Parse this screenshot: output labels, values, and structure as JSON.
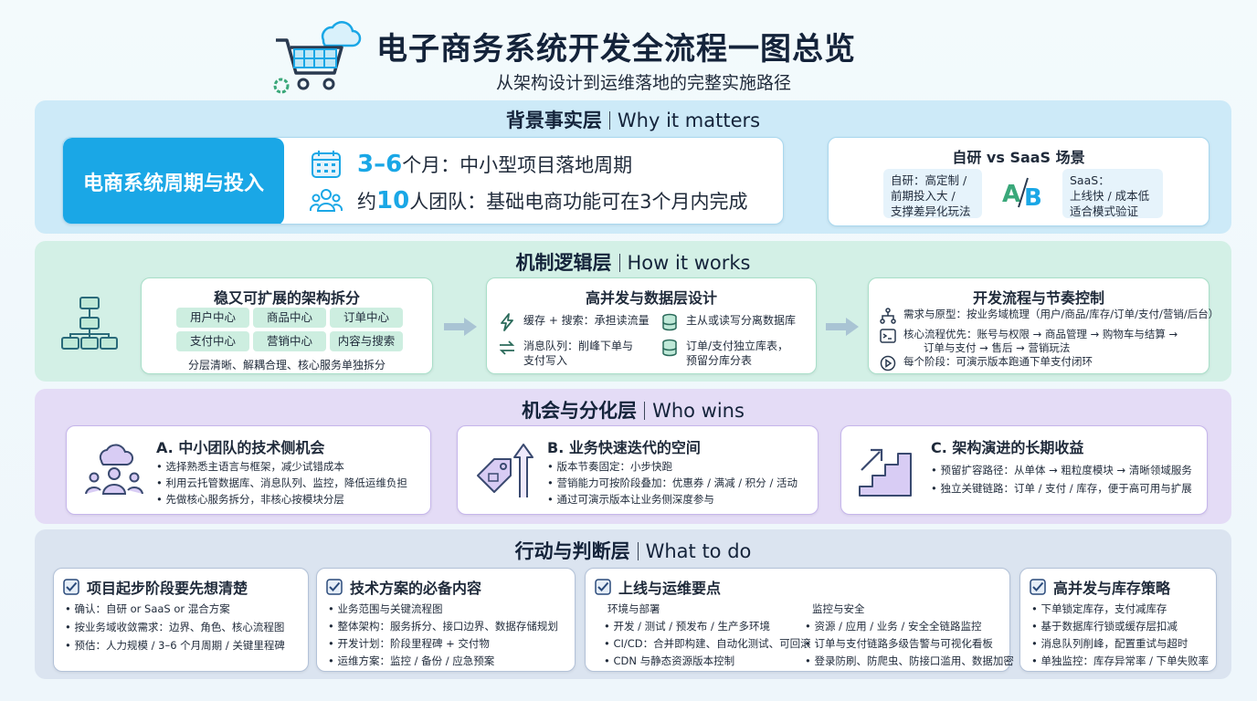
{
  "header": {
    "title": "电子商务系统开发全流程一图总览",
    "subtitle": "从架构设计到运维落地的完整实施路径"
  },
  "layer1": {
    "title_cn": "背景事实层",
    "title_en": "Why it matters",
    "cycle": {
      "tag": "电商系统周期与投入",
      "row1_hl": "3–6",
      "row1_text": " 个月：中小型项目落地周期",
      "row2_pre": "约",
      "row2_hl": "10",
      "row2_text": "人团队：基础电商功能可在3个月内完成"
    },
    "saas": {
      "title": "自研 vs SaaS 场景",
      "a_lines": [
        "自研：高定制 /",
        "前期投入大 /",
        "支撑差异化玩法"
      ],
      "b_lines": [
        "SaaS：",
        "上线快 / 成本低",
        "适合模式验证"
      ]
    }
  },
  "layer2": {
    "title_cn": "机制逻辑层",
    "title_en": "How it works",
    "arch": {
      "title": "稳又可扩展的架构拆分",
      "chips": [
        "用户中心",
        "商品中心",
        "订单中心",
        "支付中心",
        "营销中心",
        "内容与搜索"
      ],
      "foot": "分层清晰、解耦合理、核心服务单独拆分"
    },
    "hc": {
      "title": "高并发与数据层设计",
      "items": [
        [
          "缓存 + 搜索：承担读流量"
        ],
        [
          "主从或读写分离数据库"
        ],
        [
          "消息队列：削峰下单与",
          "支付写入"
        ],
        [
          "订单/支付独立库表，",
          "预留分库分表"
        ]
      ]
    },
    "dev": {
      "title": "开发流程与节奏控制",
      "items": [
        [
          "需求与原型：按业务域梳理（用户/商品/库存/订单/支付/营销/后台）"
        ],
        [
          "核心流程优先：账号与权限 → 商品管理 → 购物车与结算 →",
          "订单与支付 → 售后 → 营销玩法"
        ],
        [
          "每个阶段：可演示版本跑通下单支付闭环"
        ]
      ]
    }
  },
  "layer3": {
    "title_cn": "机会与分化层",
    "title_en": "Who wins",
    "cards": [
      {
        "title": "A. 中小团队的技术侧机会",
        "items": [
          "• 选择熟悉主语言与框架，减少试错成本",
          "• 利用云托管数据库、消息队列、监控，降低运维负担",
          "• 先做核心服务拆分，非核心按模块分层"
        ]
      },
      {
        "title": "B. 业务快速迭代的空间",
        "items": [
          "• 版本节奏固定：小步快跑",
          "• 营销能力可按阶段叠加：优惠券 / 满减 / 积分 / 活动",
          "• 通过可演示版本让业务侧深度参与"
        ]
      },
      {
        "title": "C. 架构演进的长期收益",
        "items": [
          "• 预留扩容路径：从单体 → 粗粒度模块 → 清晰领域服务",
          "• 独立关键链路：订单 / 支付 / 库存，便于高可用与扩展"
        ]
      }
    ]
  },
  "layer4": {
    "title_cn": "行动与判断层",
    "title_en": "What to do",
    "cards": [
      {
        "title": "项目起步阶段要先想清楚",
        "items": [
          "• 确认：自研 or SaaS or 混合方案",
          "• 按业务域收敛需求：边界、角色、核心流程图",
          "• 预估：人力规模 / 3–6 个月周期 / 关键里程碑"
        ]
      },
      {
        "title": "技术方案的必备内容",
        "items": [
          "• 业务范围与关键流程图",
          "• 整体架构：服务拆分、接口边界、数据存储规划",
          "• 开发计划：阶段里程碑 + 交付物",
          "• 运维方案：监控 / 备份 / 应急预案"
        ]
      },
      {
        "title": "上线与运维要点",
        "left_head": "环境与部署",
        "left_items": [
          "• 开发 / 测试 / 预发布 / 生产多环境",
          "• CI/CD：合并即构建、自动化测试、可回滚",
          "• CDN 与静态资源版本控制"
        ],
        "right_head": "监控与安全",
        "right_items": [
          "• 资源 / 应用 / 业务 / 安全全链路监控",
          "• 订单与支付链路多级告警与可视化看板",
          "• 登录防刷、防爬虫、防接口滥用、数据加密"
        ]
      },
      {
        "title": "高并发与库存策略",
        "items": [
          "• 下单锁定库存，支付减库存",
          "• 基于数据库行锁或缓存层扣减",
          "• 消息队列削峰，配置重试与超时",
          "• 单独监控：库存异常率 / 下单失败率"
        ]
      }
    ]
  },
  "colors": {
    "accent_blue": "#1aa7e6",
    "layer1_bg": "#cdeaf8",
    "layer2_bg": "#d3f0e6",
    "layer3_bg": "#e4dcf6",
    "layer4_bg": "#dbe4f0"
  }
}
